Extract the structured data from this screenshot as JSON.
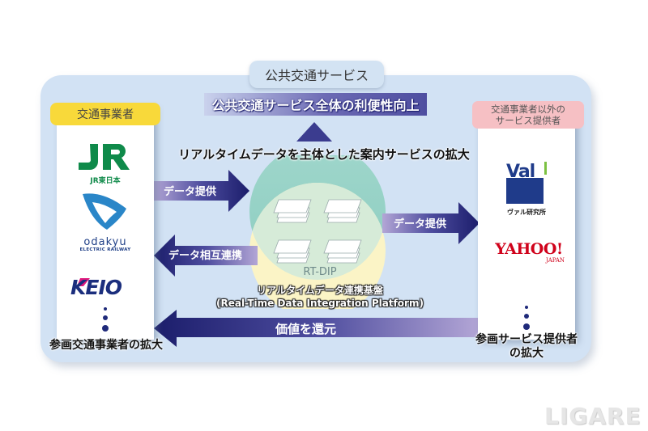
{
  "header": {
    "tab_label": "公共交通サービス",
    "banner": "公共交通サービス全体の利便性向上",
    "subheading": "リアルタイムデータを主体とした案内サービスの拡大"
  },
  "left_panel": {
    "label": "交通事業者",
    "logos": [
      {
        "name": "JR",
        "caption": "JR東日本"
      },
      {
        "name": "odakyu",
        "caption": "ELECTRIC RAILWAY"
      },
      {
        "name": "KEIO",
        "caption": ""
      }
    ],
    "caption": "参画交通事業者の拡大"
  },
  "right_panel": {
    "label_line1": "交通事業者以外の",
    "label_line2": "サービス提供者",
    "logos": [
      {
        "name": "Val",
        "caption": "ヴァル研究所"
      },
      {
        "name": "YAHOO!",
        "caption": "JAPAN"
      }
    ],
    "caption_line1": "参画サービス提供者",
    "caption_line2": "の拡大"
  },
  "center": {
    "rt_dip": "RT-DIP",
    "platform_title_ja": "リアルタイムデータ連携基盤",
    "platform_title_en": "(Real-Time Data Integration Platform)"
  },
  "arrows": {
    "left_in": "データ提供",
    "left_out": "データ相互連携",
    "right_out": "データ提供",
    "bottom": "価値を還元"
  },
  "colors": {
    "panel_bg": "#d2e2f4",
    "arrow_dark": "#1b1d6b",
    "arrow_light": "#b3a6d6",
    "left_label": "#f8d93a",
    "right_label": "#f6c0c4",
    "circle_teal": "#a8d8cf",
    "circle_yellow": "#fbf4c6"
  },
  "watermark": "LIGARE"
}
